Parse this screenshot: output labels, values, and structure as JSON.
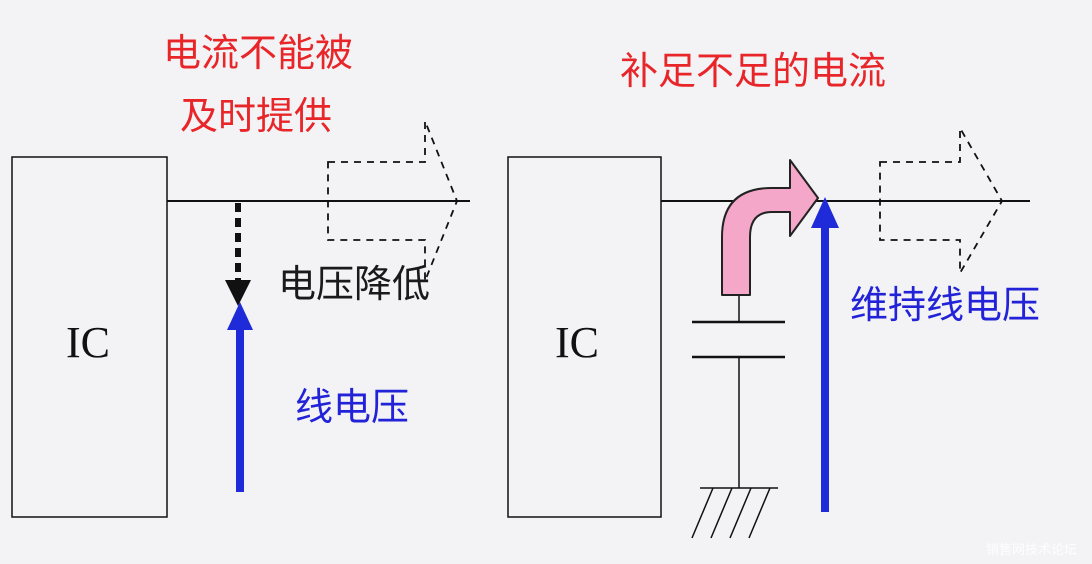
{
  "left": {
    "ic_label": "IC",
    "title_line1": "电流不能被",
    "title_line2": "及时提供",
    "voltage_drop": "电压降低",
    "line_voltage": "线电压"
  },
  "right": {
    "ic_label": "IC",
    "title": "补足不足的电流",
    "maintain_voltage": "维持线电压"
  },
  "colors": {
    "title_red": "#e8262a",
    "blue_arrow": "#1f2bd8",
    "pink_arrow": "#f4a7c8",
    "line": "#111111"
  },
  "watermark": "销售网技术论坛"
}
